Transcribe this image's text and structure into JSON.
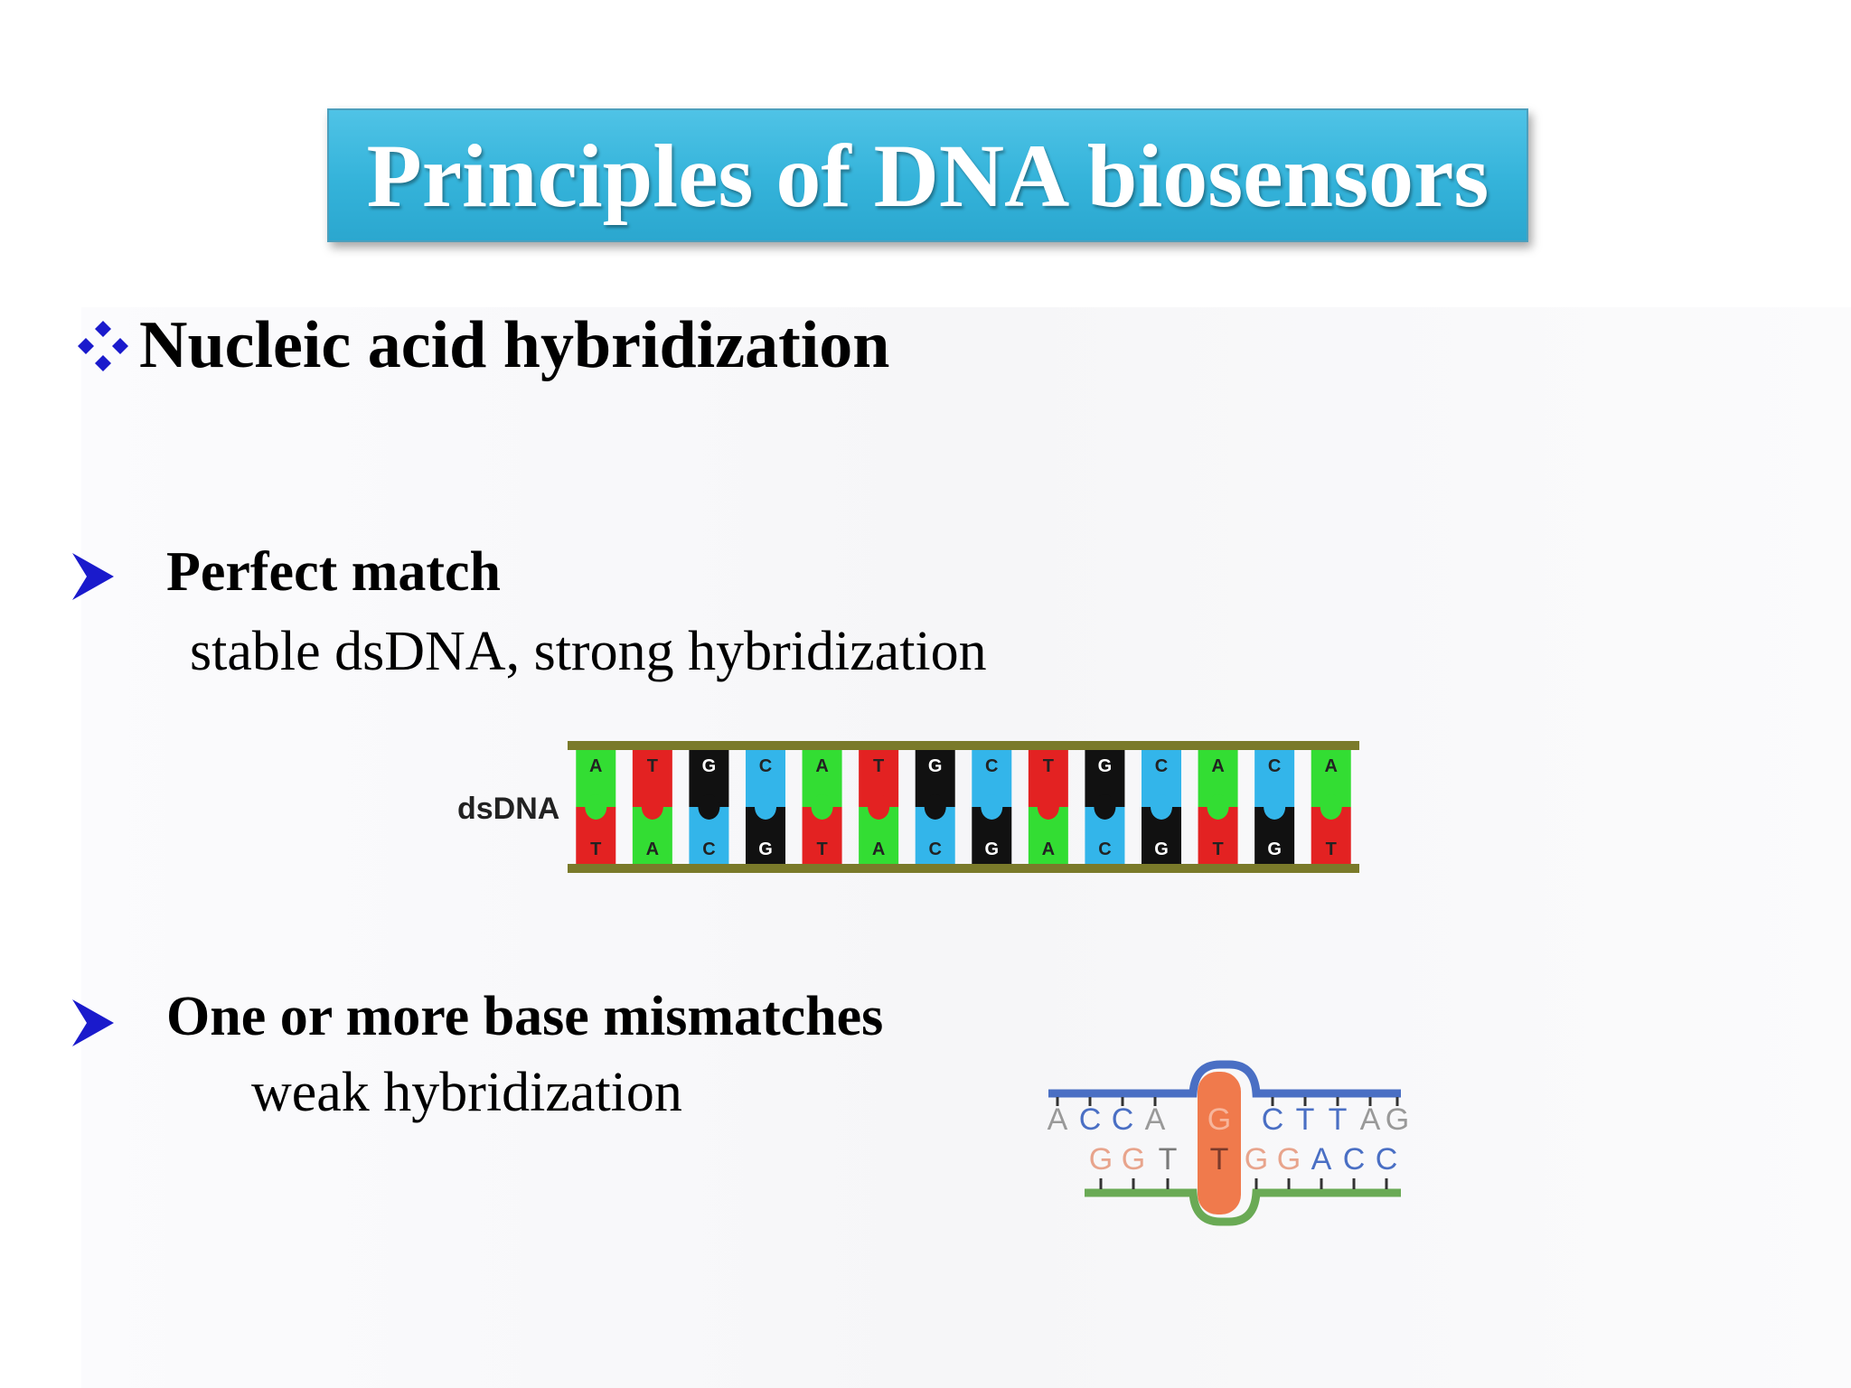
{
  "slide": {
    "title": "Principles of DNA biosensors",
    "heading": "Nucleic acid hybridization",
    "bullets": [
      {
        "title": "Perfect match",
        "description": "stable dsDNA, strong hybridization"
      },
      {
        "title": "One or more base mismatches",
        "description": "weak hybridization"
      }
    ]
  },
  "figures": {
    "dsdna": {
      "label": "dsDNA",
      "top_strand": [
        "A",
        "T",
        "G",
        "C",
        "A",
        "T",
        "G",
        "C",
        "T",
        "G",
        "C",
        "A",
        "C",
        "A"
      ],
      "bottom_strand": [
        "T",
        "A",
        "C",
        "G",
        "T",
        "A",
        "C",
        "G",
        "A",
        "C",
        "G",
        "T",
        "G",
        "T"
      ]
    },
    "mismatch": {
      "top_strand": [
        "A",
        "C",
        "C",
        "A",
        "G",
        "C",
        "T",
        "T",
        "A",
        "G"
      ],
      "bottom_strand": [
        "G",
        "G",
        "T",
        "T",
        "G",
        "G",
        "A",
        "C",
        "C"
      ]
    }
  },
  "colors": {
    "title_bg": "#34b3da",
    "base_A": "#33dd33",
    "base_T": "#e32222",
    "base_G": "#111111",
    "base_C": "#33b5ea",
    "backbone": "#7a7a2a",
    "mismatch_highlight": "#f07a4c",
    "bullet_arrow": "#1a1acc"
  },
  "icons": {
    "heading": "four-diamond-icon",
    "bullet": "arrowhead-icon"
  }
}
